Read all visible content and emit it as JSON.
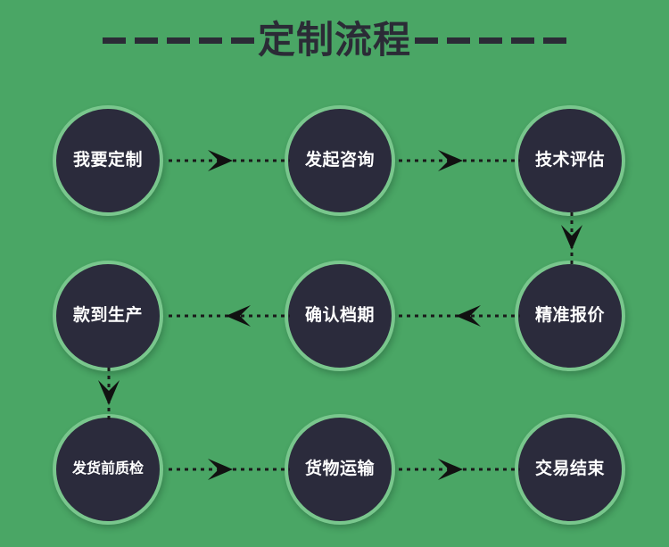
{
  "header": {
    "title": "定制流程",
    "dash_left_count": 5,
    "dash_right_count": 5
  },
  "colors": {
    "background": "#4aa665",
    "node_fill": "#2b2b3c",
    "node_ring": "#79c78d",
    "node_text": "#ffffff",
    "title_text": "#2b2b36",
    "connector": "#1a1a1a"
  },
  "flow": {
    "rows": [
      {
        "direction": "left-to-right",
        "nodes": [
          {
            "step": 1,
            "label": "我要定制"
          },
          {
            "step": 2,
            "label": "发起咨询"
          },
          {
            "step": 3,
            "label": "技术评估"
          }
        ]
      },
      {
        "direction": "right-to-left",
        "nodes": [
          {
            "step": 6,
            "label": "款到生产"
          },
          {
            "step": 5,
            "label": "确认档期"
          },
          {
            "step": 4,
            "label": "精准报价"
          }
        ]
      },
      {
        "direction": "left-to-right",
        "nodes": [
          {
            "step": 7,
            "label": "发货前质检"
          },
          {
            "step": 8,
            "label": "货物运输"
          },
          {
            "step": 9,
            "label": "交易结束"
          }
        ]
      }
    ],
    "connectors": [
      {
        "id": "h-r0-a",
        "from": "我要定制",
        "to": "发起咨询",
        "direction": "right",
        "style": "dotted"
      },
      {
        "id": "h-r0-b",
        "from": "发起咨询",
        "to": "技术评估",
        "direction": "right",
        "style": "dotted"
      },
      {
        "id": "v-right",
        "from": "技术评估",
        "to": "精准报价",
        "direction": "down",
        "style": "dotted"
      },
      {
        "id": "h-r1-b",
        "from": "精准报价",
        "to": "确认档期",
        "direction": "left",
        "style": "dotted"
      },
      {
        "id": "h-r1-a",
        "from": "确认档期",
        "to": "款到生产",
        "direction": "left",
        "style": "dotted"
      },
      {
        "id": "v-left",
        "from": "款到生产",
        "to": "发货前质检",
        "direction": "down",
        "style": "dotted"
      },
      {
        "id": "h-r2-a",
        "from": "发货前质检",
        "to": "货物运输",
        "direction": "right",
        "style": "dotted"
      },
      {
        "id": "h-r2-b",
        "from": "货物运输",
        "to": "交易结束",
        "direction": "right",
        "style": "dotted"
      }
    ]
  }
}
